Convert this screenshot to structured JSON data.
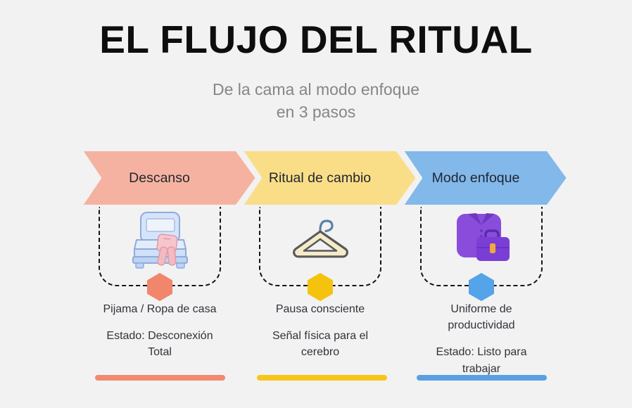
{
  "page": {
    "background": "#f2f2f3"
  },
  "header": {
    "title": "EL FLUJO DEL RITUAL",
    "subtitle_line1": "De la cama al modo enfoque",
    "subtitle_line2": "en 3 pasos"
  },
  "steps": [
    {
      "label": "Descanso",
      "arrow_color": "#f6b2a0",
      "icon": "bed-with-pajamas-icon",
      "hex_color": "#f1866c",
      "line1": "Pijama / Ropa de casa",
      "line2": "Estado: Desconexión Total",
      "bar_color": "#f08a70"
    },
    {
      "label": "Ritual de cambio",
      "arrow_color": "#fadd87",
      "icon": "clothes-hanger-icon",
      "hex_color": "#f5c30e",
      "line1": "Pausa consciente",
      "line2": "Señal física para el cerebro",
      "bar_color": "#f8c51b"
    },
    {
      "label": "Modo enfoque",
      "arrow_color": "#82b8ea",
      "icon": "shirt-and-briefcase-icon",
      "hex_color": "#55a3e8",
      "line1": "Uniforme de productividad",
      "line2": "Estado: Listo para trabajar",
      "bar_color": "#5b9fe3"
    }
  ]
}
